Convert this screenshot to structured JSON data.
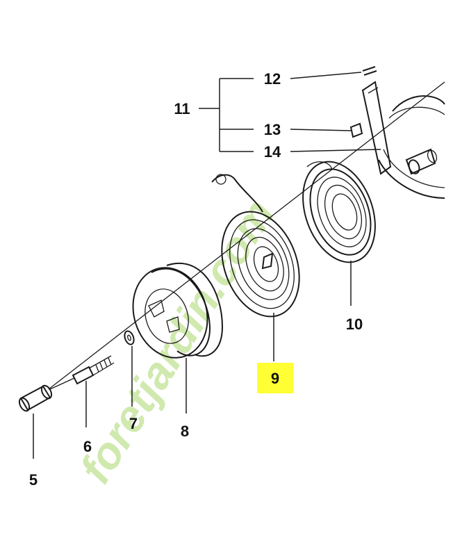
{
  "callouts": {
    "c5": "5",
    "c6": "6",
    "c7": "7",
    "c8": "8",
    "c9": "9",
    "c10": "10",
    "c11": "11",
    "c12": "12",
    "c13": "13",
    "c14": "14"
  },
  "highlight": {
    "part": "9",
    "color": "#ffff33"
  },
  "watermark": {
    "text": "foretjardin.com",
    "colors": {
      "primary": "#c8e6a0",
      "accent": "#f6c79a"
    }
  }
}
